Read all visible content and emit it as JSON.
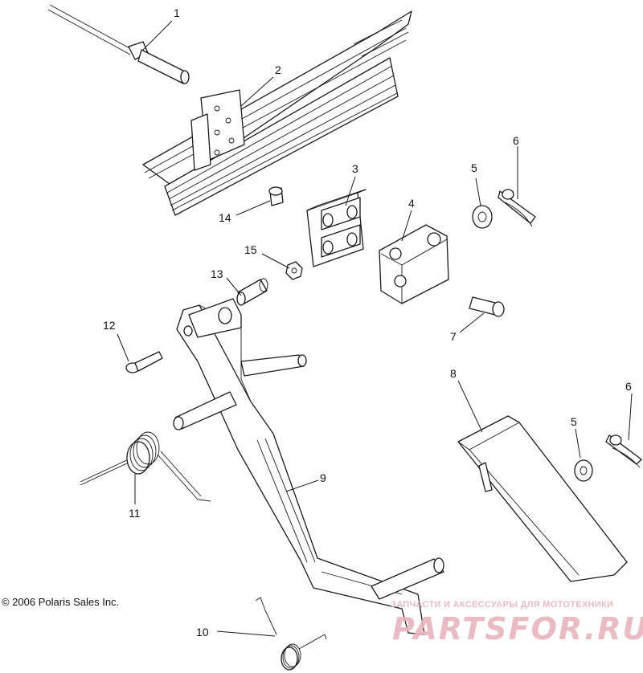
{
  "callouts": [
    "1",
    "2",
    "3",
    "4",
    "5",
    "6",
    "7",
    "8",
    "9",
    "10",
    "11",
    "12",
    "13",
    "14",
    "15",
    "5",
    "6"
  ],
  "copyright": "© 2006 Polaris Sales Inc.",
  "watermark": {
    "tagline": "ЗАПЧАСТИ И АКСЕССУАРЫ ДЛЯ МОТОТЕХНИКИ",
    "brand": "PARTSFOR.RU",
    "color": "#e8b4bc"
  }
}
